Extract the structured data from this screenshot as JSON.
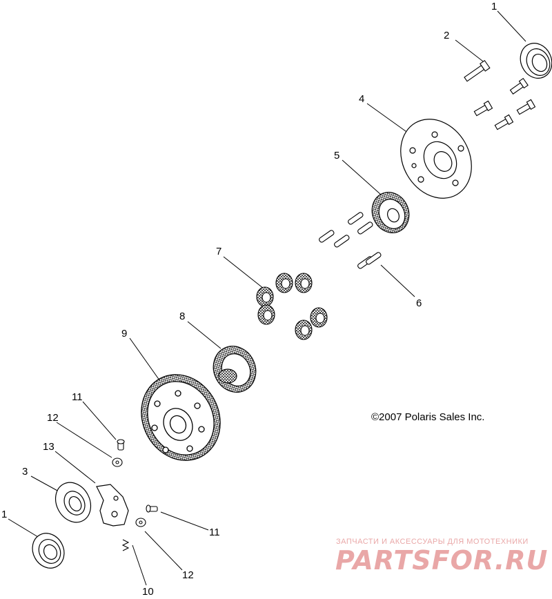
{
  "diagram": {
    "callouts": [
      {
        "id": "c1-top",
        "text": "1"
      },
      {
        "id": "c2",
        "text": "2"
      },
      {
        "id": "c4",
        "text": "4"
      },
      {
        "id": "c5",
        "text": "5"
      },
      {
        "id": "c7",
        "text": "7"
      },
      {
        "id": "c6",
        "text": "6"
      },
      {
        "id": "c8",
        "text": "8"
      },
      {
        "id": "c9",
        "text": "9"
      },
      {
        "id": "c11-left",
        "text": "11"
      },
      {
        "id": "c12-left",
        "text": "12"
      },
      {
        "id": "c13",
        "text": "13"
      },
      {
        "id": "c3",
        "text": "3"
      },
      {
        "id": "c1-bottom",
        "text": "1"
      },
      {
        "id": "c11-right",
        "text": "11"
      },
      {
        "id": "c12-bottom",
        "text": "12"
      },
      {
        "id": "c10",
        "text": "10"
      }
    ],
    "copyright": "©2007 Polaris Sales Inc.",
    "watermark": {
      "tagline": "ЗАПЧАСТИ И АКСЕССУАРЫ ДЛЯ МОТОТЕХНИКИ",
      "logo": "PARTSFOR.RU"
    }
  }
}
